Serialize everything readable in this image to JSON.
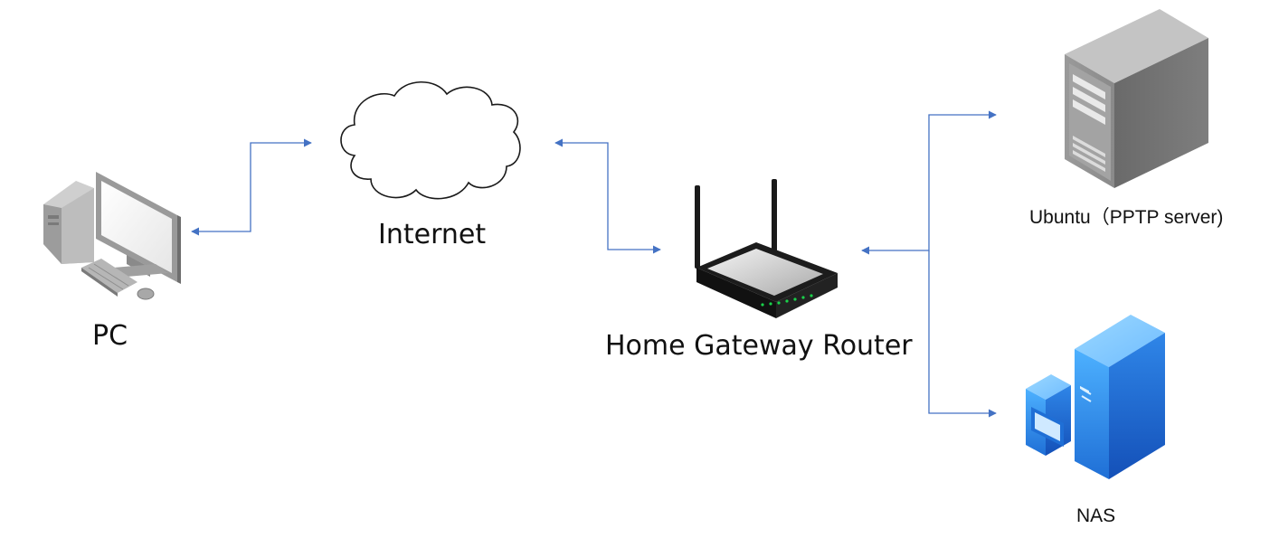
{
  "nodes": {
    "pc": {
      "label": "PC",
      "icon": "desktop-computer-icon"
    },
    "internet": {
      "label": "Internet",
      "icon": "cloud-icon"
    },
    "router": {
      "label": "Home Gateway Router",
      "icon": "wireless-router-icon"
    },
    "ubuntu": {
      "label": "Ubuntu（PPTP server)",
      "icon": "tower-server-icon"
    },
    "nas": {
      "label": "NAS",
      "icon": "nas-server-icon"
    }
  },
  "edges": [
    {
      "from": "pc",
      "to": "internet",
      "arrows": "both"
    },
    {
      "from": "internet",
      "to": "router",
      "arrows": "both"
    },
    {
      "from": "router",
      "to": "ubuntu",
      "arrows": "both"
    },
    {
      "from": "router",
      "to": "nas",
      "arrows": "both"
    }
  ],
  "colors": {
    "connector": "#4472c4",
    "nas_blue": "#2e8bea",
    "server_gray": "#8a8a8a"
  }
}
